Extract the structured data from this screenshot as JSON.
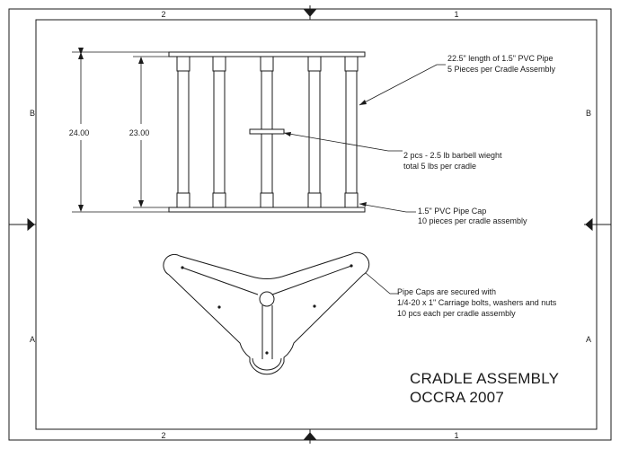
{
  "sheet": {
    "zones_top": [
      "2",
      "1"
    ],
    "zones_bottom": [
      "2",
      "1"
    ],
    "zones_left": [
      "B",
      "A"
    ],
    "zones_right": [
      "B",
      "A"
    ]
  },
  "dimensions": {
    "outer": "24.00",
    "inner": "23.00"
  },
  "callouts": {
    "pipe": {
      "line1": "22.5\" length of 1.5\" PVC Pipe",
      "line2": "5 Pieces per Cradle Assembly"
    },
    "weight": {
      "line1": "2 pcs - 2.5 lb barbell wieght",
      "line2": "total 5 lbs per cradle"
    },
    "cap": {
      "line1": "1.5\" PVC Pipe Cap",
      "line2": "10 pieces per cradle assembly"
    },
    "bolts": {
      "line1": "Pipe Caps are secured with",
      "line2": "1/4-20 x 1\" Carriage bolts, washers and nuts",
      "line3": "10 pcs each per cradle assembly"
    }
  },
  "title_block": {
    "line1": "CRADLE ASSEMBLY",
    "line2": "OCCRA 2007"
  }
}
